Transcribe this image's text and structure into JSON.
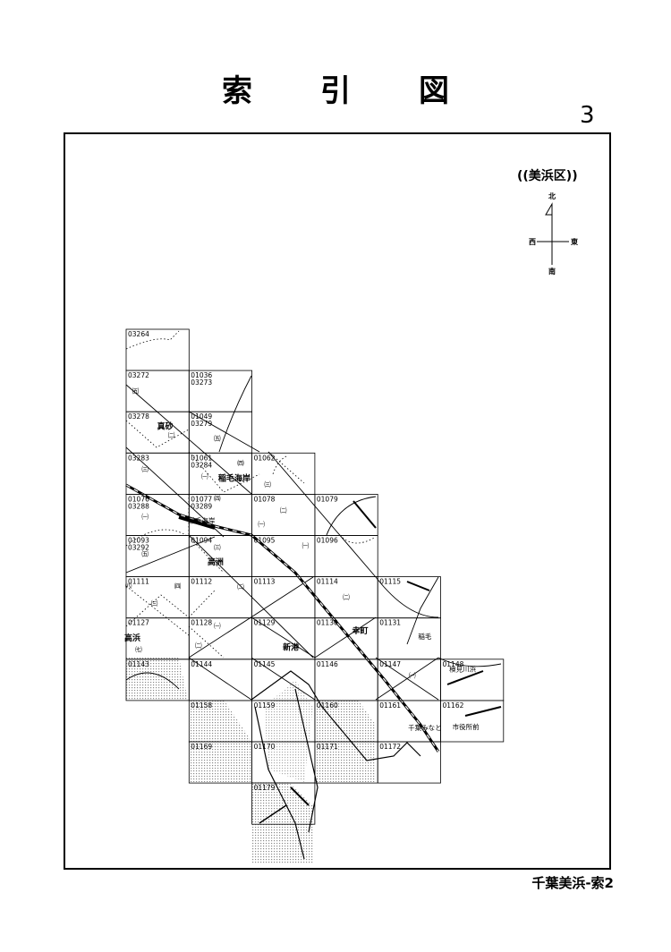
{
  "title": [
    "索",
    "引",
    "図"
  ],
  "page_number": "3",
  "ward": "((美浜区))",
  "compass": {
    "north": "北",
    "south": "南",
    "east": "東",
    "west": "西"
  },
  "footer": "千葉美浜-索2",
  "tiles": [
    {
      "r": 0,
      "c": 0,
      "codes": [
        "03264"
      ]
    },
    {
      "r": 1,
      "c": 0,
      "codes": [
        "03272"
      ]
    },
    {
      "r": 1,
      "c": 1,
      "codes": [
        "01036",
        "03273"
      ]
    },
    {
      "r": 2,
      "c": 0,
      "codes": [
        "03278"
      ]
    },
    {
      "r": 2,
      "c": 1,
      "codes": [
        "01049",
        "03279"
      ]
    },
    {
      "r": 3,
      "c": 0,
      "codes": [
        "03283"
      ]
    },
    {
      "r": 3,
      "c": 1,
      "codes": [
        "01061",
        "03284"
      ]
    },
    {
      "r": 3,
      "c": 2,
      "codes": [
        "01062"
      ]
    },
    {
      "r": 4,
      "c": 0,
      "codes": [
        "01076",
        "03288"
      ]
    },
    {
      "r": 4,
      "c": 1,
      "codes": [
        "01077",
        "03289"
      ]
    },
    {
      "r": 4,
      "c": 2,
      "codes": [
        "01078"
      ]
    },
    {
      "r": 4,
      "c": 3,
      "codes": [
        "01079"
      ]
    },
    {
      "r": 5,
      "c": 0,
      "codes": [
        "01093",
        "03292"
      ]
    },
    {
      "r": 5,
      "c": 1,
      "codes": [
        "01094"
      ]
    },
    {
      "r": 5,
      "c": 2,
      "codes": [
        "01095"
      ]
    },
    {
      "r": 5,
      "c": 3,
      "codes": [
        "01096"
      ]
    },
    {
      "r": 6,
      "c": 0,
      "codes": [
        "01111"
      ]
    },
    {
      "r": 6,
      "c": 1,
      "codes": [
        "01112"
      ]
    },
    {
      "r": 6,
      "c": 2,
      "codes": [
        "01113"
      ]
    },
    {
      "r": 6,
      "c": 3,
      "codes": [
        "01114"
      ]
    },
    {
      "r": 6,
      "c": 4,
      "codes": [
        "01115"
      ]
    },
    {
      "r": 7,
      "c": 0,
      "codes": [
        "01127"
      ]
    },
    {
      "r": 7,
      "c": 1,
      "codes": [
        "01128"
      ]
    },
    {
      "r": 7,
      "c": 2,
      "codes": [
        "01129"
      ]
    },
    {
      "r": 7,
      "c": 3,
      "codes": [
        "01130"
      ]
    },
    {
      "r": 7,
      "c": 4,
      "codes": [
        "01131"
      ]
    },
    {
      "r": 8,
      "c": 0,
      "codes": [
        "01143"
      ]
    },
    {
      "r": 8,
      "c": 1,
      "codes": [
        "01144"
      ]
    },
    {
      "r": 8,
      "c": 2,
      "codes": [
        "01145"
      ]
    },
    {
      "r": 8,
      "c": 3,
      "codes": [
        "01146"
      ]
    },
    {
      "r": 8,
      "c": 4,
      "codes": [
        "01147"
      ]
    },
    {
      "r": 8,
      "c": 5,
      "codes": [
        "01148"
      ]
    },
    {
      "r": 9,
      "c": 1,
      "codes": [
        "01158"
      ]
    },
    {
      "r": 9,
      "c": 2,
      "codes": [
        "01159"
      ]
    },
    {
      "r": 9,
      "c": 3,
      "codes": [
        "01160"
      ]
    },
    {
      "r": 9,
      "c": 4,
      "codes": [
        "01161"
      ]
    },
    {
      "r": 9,
      "c": 5,
      "codes": [
        "01162"
      ]
    },
    {
      "r": 10,
      "c": 1,
      "codes": [
        "01169"
      ]
    },
    {
      "r": 10,
      "c": 2,
      "codes": [
        "01170"
      ]
    },
    {
      "r": 10,
      "c": 3,
      "codes": [
        "01171"
      ]
    },
    {
      "r": 10,
      "c": 4,
      "codes": [
        "01172"
      ]
    },
    {
      "r": 11,
      "c": 2,
      "codes": [
        "01179"
      ]
    }
  ],
  "place_labels": [
    {
      "text": "真砂",
      "kind": "big",
      "r": 2,
      "c": 0,
      "fx": 0.62,
      "fy": 0.42
    },
    {
      "text": "稲毛海岸",
      "kind": "big",
      "r": 3,
      "c": 1,
      "fx": 0.72,
      "fy": 0.68
    },
    {
      "text": "稲毛海岸",
      "kind": "small",
      "r": 4,
      "c": 1,
      "fx": 0.2,
      "fy": 0.7
    },
    {
      "text": "高洲",
      "kind": "big",
      "r": 5,
      "c": 1,
      "fx": 0.42,
      "fy": 0.7
    },
    {
      "text": "幸町",
      "kind": "big",
      "r": 7,
      "c": 3,
      "fx": 0.72,
      "fy": 0.38
    },
    {
      "text": "新港",
      "kind": "big",
      "r": 7,
      "c": 2,
      "fx": 0.62,
      "fy": 0.78
    },
    {
      "text": "高浜",
      "kind": "big",
      "r": 7,
      "c": 0,
      "fx": 0.1,
      "fy": 0.55
    }
  ],
  "chome_labels": [
    {
      "text": "㈤",
      "r": 1,
      "c": 0,
      "fx": 0.15,
      "fy": 0.55
    },
    {
      "text": "㈡",
      "r": 2,
      "c": 0,
      "fx": 0.72,
      "fy": 0.62
    },
    {
      "text": "㈤",
      "r": 2,
      "c": 1,
      "fx": 0.45,
      "fy": 0.7
    },
    {
      "text": "㈢",
      "r": 3,
      "c": 0,
      "fx": 0.3,
      "fy": 0.45
    },
    {
      "text": "㈠",
      "r": 3,
      "c": 1,
      "fx": 0.25,
      "fy": 0.62
    },
    {
      "text": "㈣",
      "r": 3,
      "c": 1,
      "fx": 0.82,
      "fy": 0.3
    },
    {
      "text": "㈢",
      "r": 3,
      "c": 2,
      "fx": 0.25,
      "fy": 0.82
    },
    {
      "text": "㈠",
      "r": 4,
      "c": 0,
      "fx": 0.3,
      "fy": 0.6
    },
    {
      "text": "㈣",
      "r": 4,
      "c": 1,
      "fx": 0.45,
      "fy": 0.15
    },
    {
      "text": "㈡",
      "r": 4,
      "c": 2,
      "fx": 0.5,
      "fy": 0.45
    },
    {
      "text": "㈠",
      "r": 4,
      "c": 2,
      "fx": 0.15,
      "fy": 0.78
    },
    {
      "text": "㈤",
      "r": 5,
      "c": 0,
      "fx": 0.3,
      "fy": 0.5
    },
    {
      "text": "㈢",
      "r": 5,
      "c": 1,
      "fx": 0.45,
      "fy": 0.35
    },
    {
      "text": "㈠",
      "r": 5,
      "c": 2,
      "fx": 0.85,
      "fy": 0.3
    },
    {
      "text": "㈣",
      "r": 6,
      "c": 0,
      "fx": 0.82,
      "fy": 0.28
    },
    {
      "text": "㈧",
      "r": 6,
      "c": 0,
      "fx": 0.04,
      "fy": 0.28
    },
    {
      "text": "㈢",
      "r": 6,
      "c": 0,
      "fx": 0.45,
      "fy": 0.7
    },
    {
      "text": "㈡",
      "r": 6,
      "c": 1,
      "fx": 0.82,
      "fy": 0.3
    },
    {
      "text": "㈡",
      "r": 6,
      "c": 3,
      "fx": 0.5,
      "fy": 0.55
    },
    {
      "text": "㈠",
      "r": 7,
      "c": 1,
      "fx": 0.45,
      "fy": 0.25
    },
    {
      "text": "㈡",
      "r": 7,
      "c": 1,
      "fx": 0.15,
      "fy": 0.72
    },
    {
      "text": "㈦",
      "r": 7,
      "c": 0,
      "fx": 0.2,
      "fy": 0.82
    },
    {
      "text": "㈠",
      "r": 8,
      "c": 4,
      "fx": 0.55,
      "fy": 0.45
    }
  ],
  "station_labels": [
    {
      "text": "検見川浜",
      "r": 8,
      "c": 5,
      "fx": 0.35,
      "fy": 0.3
    },
    {
      "text": "市役所前",
      "r": 9,
      "c": 5,
      "fx": 0.4,
      "fy": 0.7
    },
    {
      "text": "千葉みなと",
      "r": 9,
      "c": 4,
      "fx": 0.75,
      "fy": 0.72
    },
    {
      "text": "稲毛",
      "r": 7,
      "c": 4,
      "fx": 0.75,
      "fy": 0.5
    }
  ],
  "colors": {
    "ink": "#000000",
    "paper": "#ffffff",
    "hatch": "#9a9a9a"
  }
}
